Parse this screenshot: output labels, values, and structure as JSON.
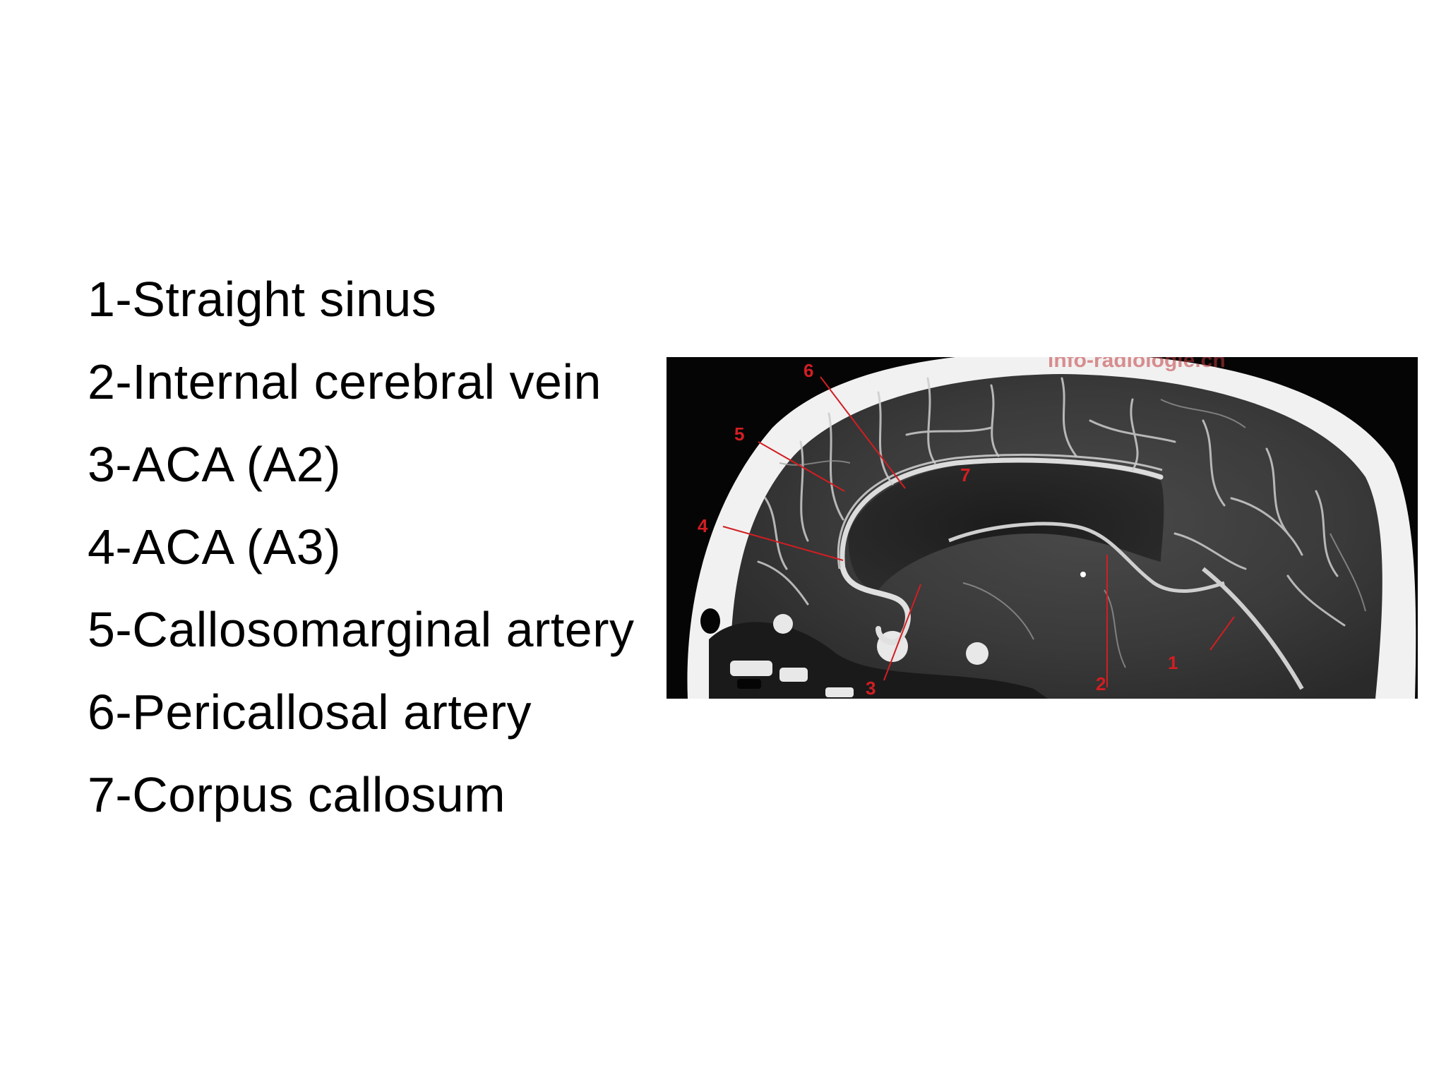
{
  "legend": {
    "items": [
      {
        "label": "1-Straight sinus"
      },
      {
        "label": "2-Internal cerebral vein"
      },
      {
        "label": "3-ACA (A2)"
      },
      {
        "label": "4-ACA (A3)"
      },
      {
        "label": "5-Callosomarginal artery"
      },
      {
        "label": "6-Pericallosal artery"
      },
      {
        "label": "7-Corpus callosum"
      }
    ]
  },
  "figure": {
    "image": "sagittal-ct-angiography-brain",
    "watermark": "info-radiologie.ch",
    "markers": [
      "1",
      "2",
      "3",
      "4",
      "5",
      "6",
      "7"
    ],
    "annotation_color": "#d21e22"
  }
}
